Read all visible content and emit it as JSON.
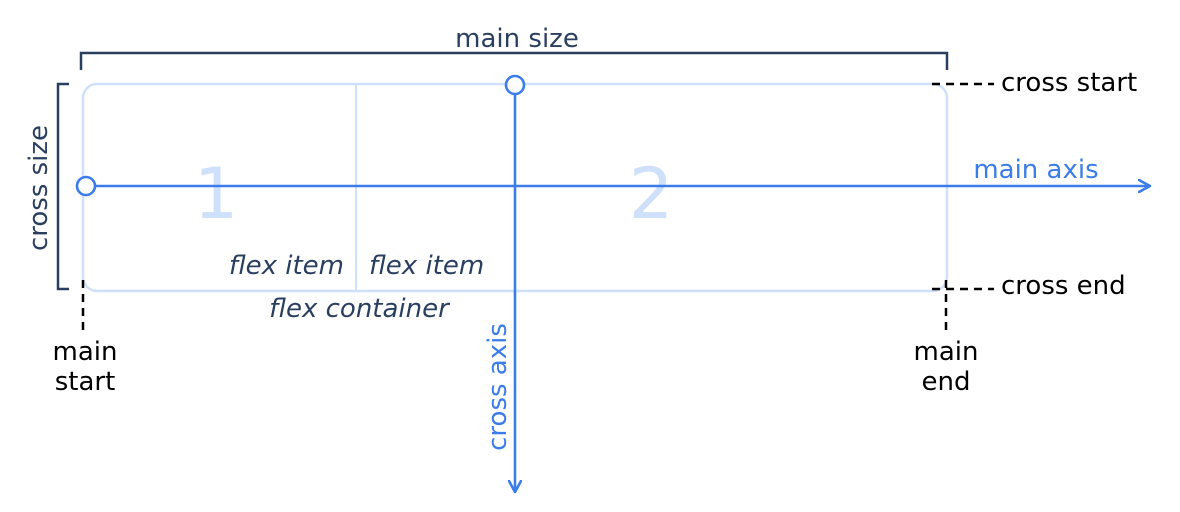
{
  "colors": {
    "container_border": "#cfe0fb",
    "item_number": "#cfe0fb",
    "axis": "#3b7ce8",
    "bracket": "#2a3f5f",
    "dashed": "#000000",
    "label_dark": "#2a3f5f",
    "label_black": "#000000",
    "background": "#ffffff"
  },
  "labels": {
    "main_size": "main size",
    "cross_size": "cross size",
    "cross_start": "cross start",
    "cross_end": "cross end",
    "main_axis": "main axis",
    "cross_axis": "cross axis",
    "main_start_line1": "main",
    "main_start_line2": "start",
    "main_end_line1": "main",
    "main_end_line2": "end",
    "flex_item_1": "flex item",
    "flex_item_2": "flex item",
    "flex_container": "flex container"
  },
  "items": [
    {
      "number": "1"
    },
    {
      "number": "2"
    }
  ]
}
